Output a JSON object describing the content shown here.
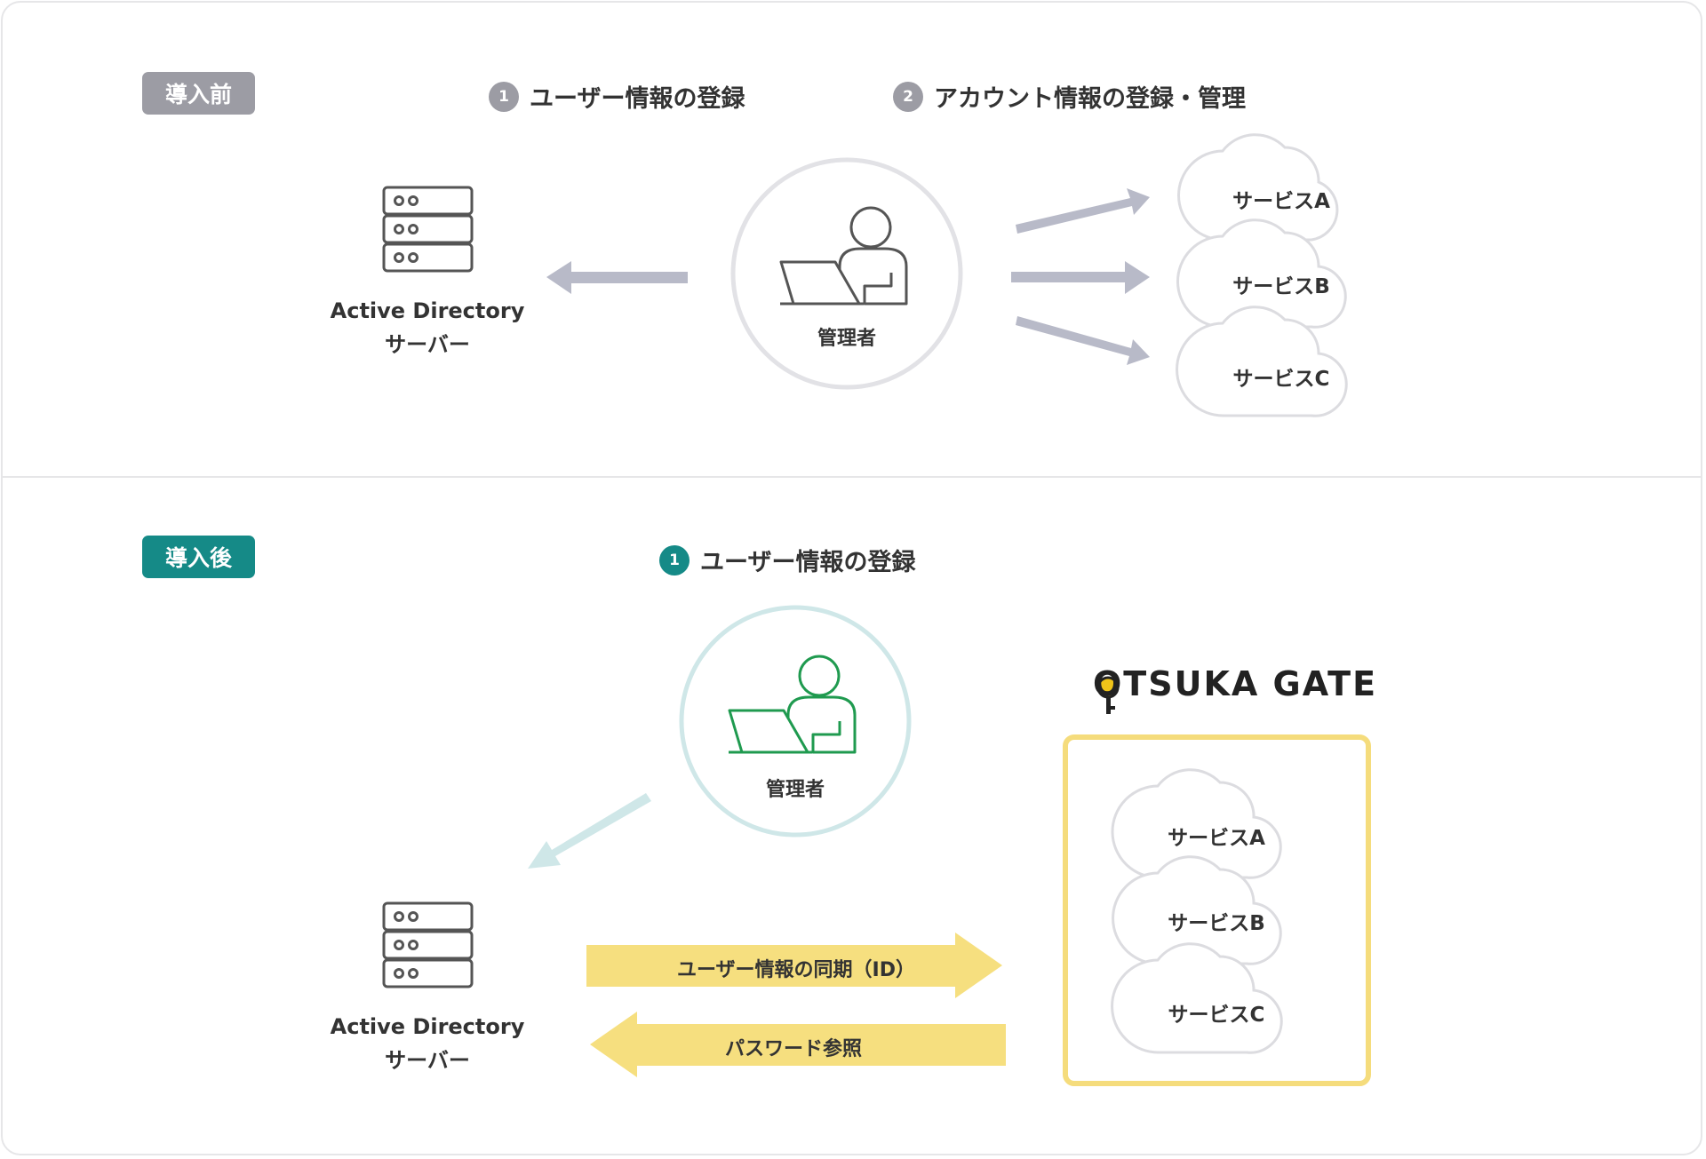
{
  "before": {
    "badge": "導入前",
    "steps": [
      {
        "num": "1",
        "label": "ユーザー情報の登録"
      },
      {
        "num": "2",
        "label": "アカウント情報の登録・管理"
      }
    ],
    "ad_server": {
      "line1": "Active Directory",
      "line2": "サーバー"
    },
    "admin": "管理者",
    "services": [
      "サービスA",
      "サービスB",
      "サービスC"
    ]
  },
  "after": {
    "badge": "導入後",
    "steps": [
      {
        "num": "1",
        "label": "ユーザー情報の登録"
      }
    ],
    "ad_server": {
      "line1": "Active Directory",
      "line2": "サーバー"
    },
    "admin": "管理者",
    "logo": "OTSUKA GATE",
    "services": [
      "サービスA",
      "サービスB",
      "サービスC"
    ],
    "sync_label": "ユーザー情報の同期（ID）",
    "ref_label": "パスワード参照"
  },
  "colors": {
    "gray_badge": "#9c9ca4",
    "teal_badge": "#158a87",
    "arrow_gray": "#b8bac8",
    "arrow_teal": "#cfe7e8",
    "person_green": "#1f9a4f",
    "yellow": "#f6df7f",
    "yellow_border": "#f5dc7c"
  }
}
